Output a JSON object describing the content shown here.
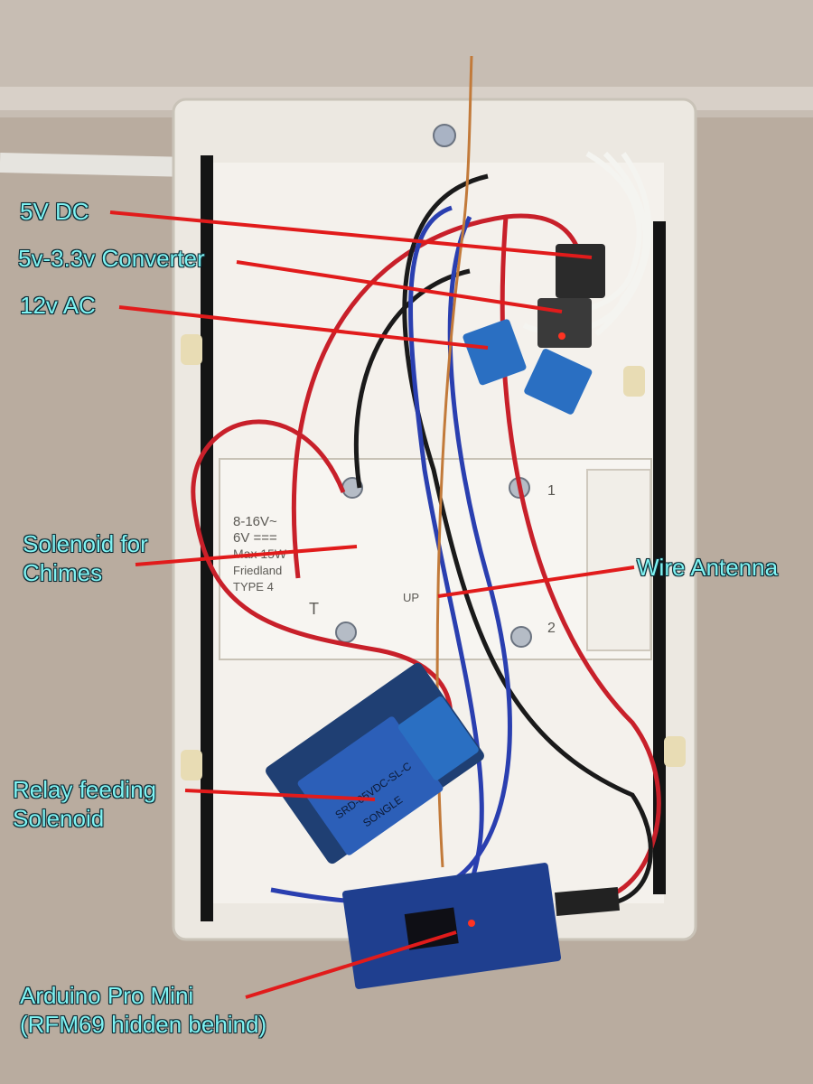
{
  "colors": {
    "wall": "#b7aa9e",
    "housing": "#ece8e1",
    "label_text": "#7ff3f3",
    "pointer_line": "#e11b1b",
    "wire_red": "#c8202a",
    "wire_blue": "#2a3fb0",
    "wire_black": "#1a1a1a",
    "relay_module": "#1f3f73",
    "relay_cube": "#2c5fb8",
    "terminal_block": "#2a6fc2",
    "arduino_board": "#1f3f8f"
  },
  "annotations": [
    {
      "id": "5v-dc",
      "lines": [
        "5V DC"
      ]
    },
    {
      "id": "converter",
      "lines": [
        "5v-3.3v Converter"
      ]
    },
    {
      "id": "12v-ac",
      "lines": [
        "12v AC"
      ]
    },
    {
      "id": "solenoid",
      "lines": [
        "Solenoid for",
        "Chimes"
      ]
    },
    {
      "id": "antenna",
      "lines": [
        "Wire Antenna"
      ]
    },
    {
      "id": "relay",
      "lines": [
        "Relay feeding",
        "Solenoid"
      ]
    },
    {
      "id": "arduino",
      "lines": [
        "Arduino Pro Mini",
        "(RFM69 hidden behind)"
      ]
    }
  ],
  "device_markings": {
    "voltage_ac": "8-16V~",
    "voltage_dc": "6V ===",
    "max_power": "Max 15W",
    "brand": "Friedland",
    "type": "TYPE 4",
    "label_t": "T",
    "label_up": "UP",
    "terminal_1": "1",
    "terminal_2": "2",
    "relay_text": "SRD-05VDC-SL-C",
    "relay_brand": "SONGLE"
  }
}
